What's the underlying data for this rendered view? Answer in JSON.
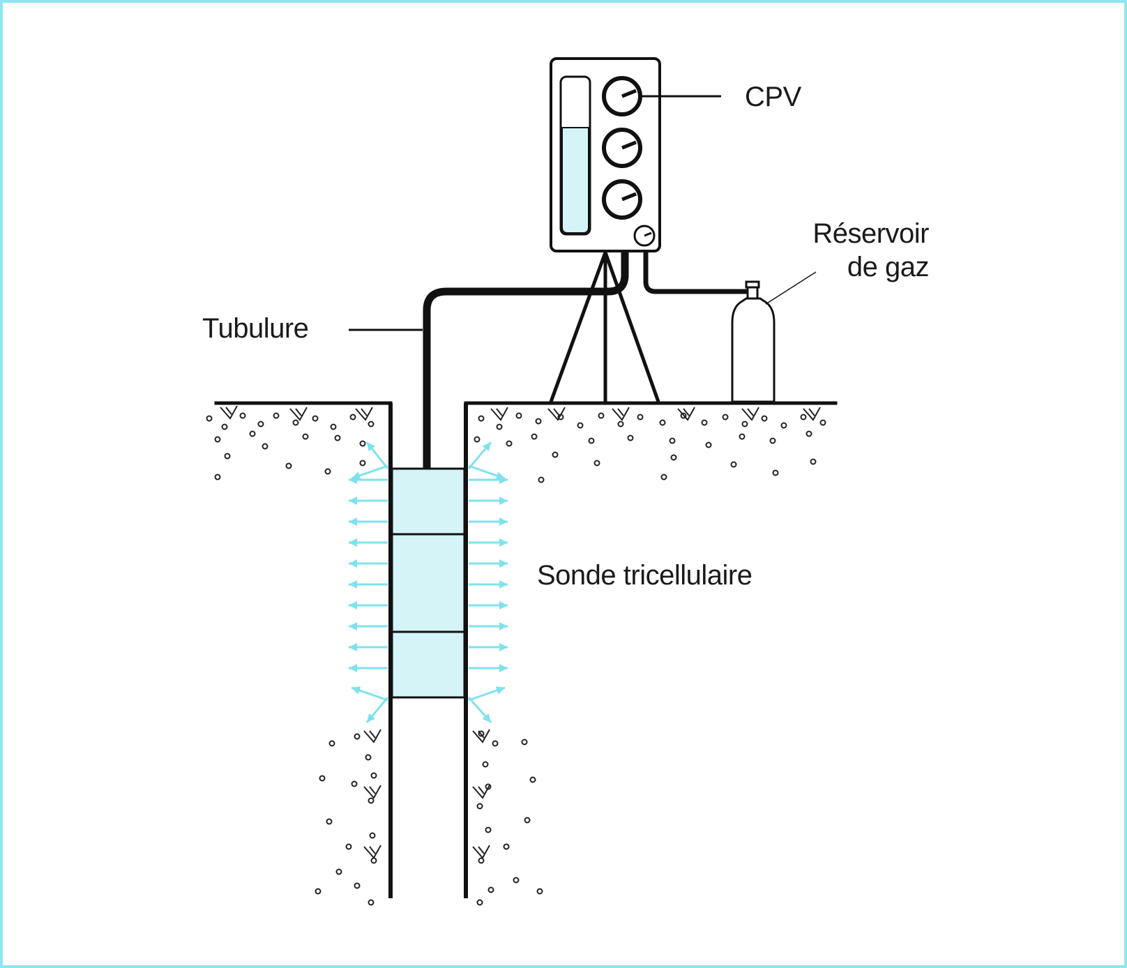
{
  "labels": {
    "cpv": "CPV",
    "reservoir_line1": "Réservoir",
    "reservoir_line2": "de gaz",
    "tubulure": "Tubulure",
    "sonde": "Sonde tricellulaire"
  },
  "colors": {
    "frame": "#8fe6ee",
    "line": "#111111",
    "fill_light_cyan": "#d4f4f8",
    "arrow_cyan": "#7ee2ee",
    "background": "#ffffff"
  },
  "parts": {
    "probe_cells": 3,
    "gauges": 3
  }
}
